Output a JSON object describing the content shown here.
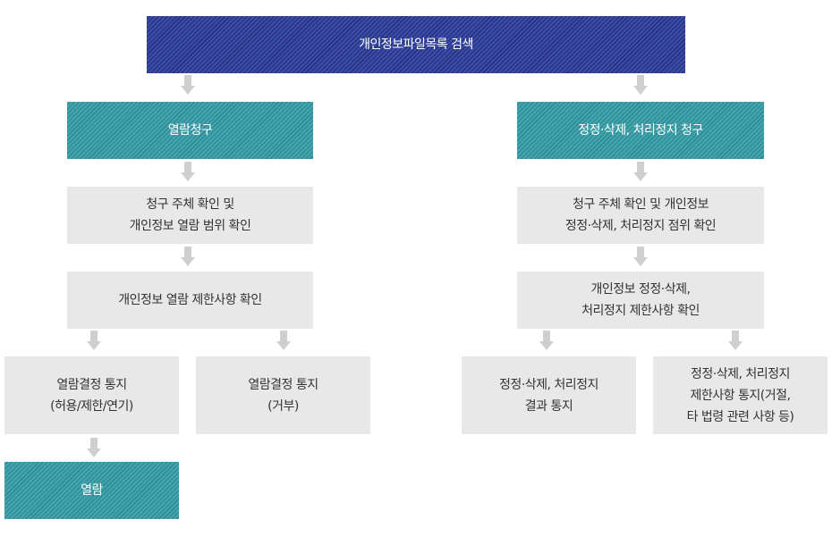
{
  "top": "개인정보파일목록 검색",
  "left": {
    "request": "열람청구",
    "step1": "청구 주체 확인 및\n개인정보 열람 범위 확인",
    "step2": "개인정보 열람 제한사항 확인",
    "notice_allow": "열람결정 통지\n(허용/제한/연기)",
    "notice_deny": "열람결정 통지\n(거부)",
    "view": "열람"
  },
  "right": {
    "request": "정정·삭제, 처리정지 청구",
    "step1": "청구 주체 확인 및 개인정보\n정정·삭제, 처리정지 점위 확인",
    "step2": "개인정보 정정·삭제,\n처리정지 제한사항 확인",
    "result": "정정·삭제, 처리정지\n결과 통지",
    "restrict": "정정·삭제, 처리정지\n제한사항 통지(거절,\n타 법령 관련 사항 등)"
  },
  "colors": {
    "navy": "#2f3f95",
    "teal": "#3a9aa3",
    "gray": "#e8e8e8",
    "arrow": "#cfcfcf"
  }
}
